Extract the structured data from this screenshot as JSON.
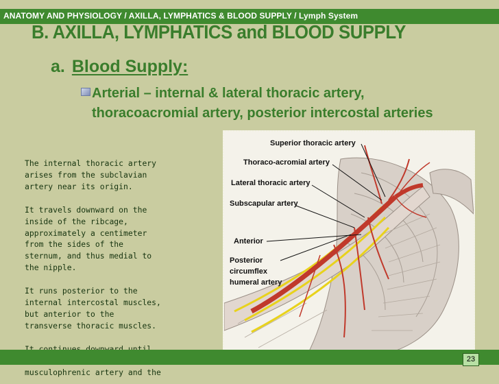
{
  "breadcrumb": "ANATOMY AND PHYSIOLOGY / AXILLA, LYMPHATICS & BLOOD SUPPLY / Lymph System",
  "title": "B. AXILLA, LYMPHATICS and BLOOD SUPPLY",
  "section": {
    "letter": "a.",
    "label": "Blood Supply:"
  },
  "bullet": "Arterial – internal & lateral thoracic artery, thoracoacromial artery, posterior intercostal arteries",
  "paragraphs": [
    "The internal thoracic artery\narises from the subclavian\nartery near its origin.",
    "It travels downward on the\ninside of the ribcage,\napproximately a centimeter\nfrom the sides of the\nsternum, and thus medial to\nthe nipple.",
    "It runs posterior to the\ninternal intercostal muscles,\nbut anterior to the\ntransverse thoracic muscles.",
    "It continues downward until\nit divides into the\nmusculophrenic artery and the"
  ],
  "figure_labels": {
    "superior_thoracic": "Superior thoracic artery",
    "thoraco_acromial": "Thoraco-acromial artery",
    "lateral_thoracic": "Lateral thoracic artery",
    "subscapular": "Subscapular artery",
    "anterior": "Anterior",
    "posterior": "Posterior",
    "circumflex": "circumflex",
    "humeral": "humeral artery"
  },
  "page_number": "23",
  "colors": {
    "background": "#c9cca0",
    "bar": "#3f8a2f",
    "heading": "#3a7d2c",
    "body_text": "#16340f",
    "artery": "#c0392b",
    "nerve": "#e8d21c"
  }
}
